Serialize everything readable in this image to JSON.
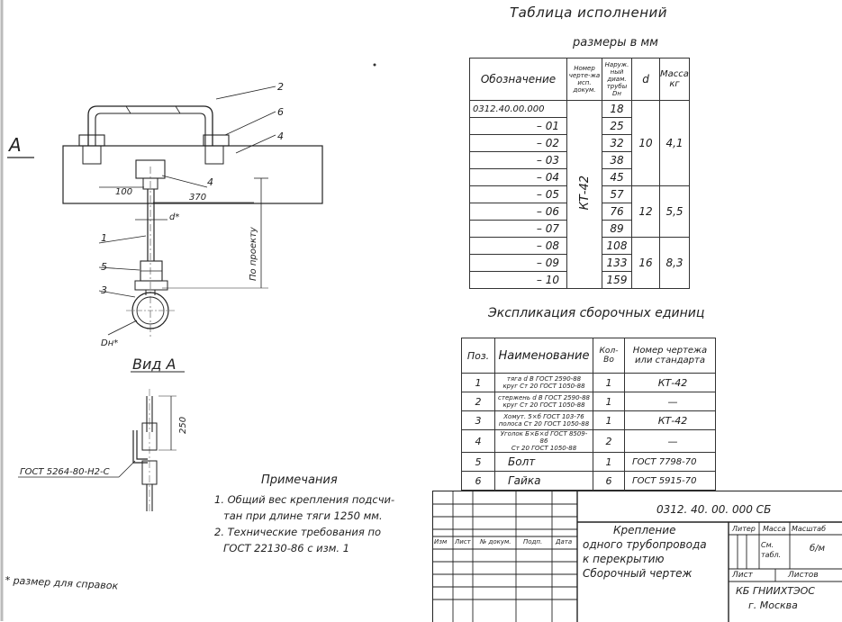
{
  "header": {
    "variants_title": "Таблица исполнений",
    "dims_note": "размеры в мм",
    "spec_title": "Экспликация сборочных единиц"
  },
  "view_label": "Вид А",
  "section_mark": "А",
  "drawing": {
    "callouts": [
      "1",
      "2",
      "3",
      "4",
      "4",
      "5",
      "6"
    ],
    "dim_100": "100",
    "dim_370": "370",
    "dim_d": "d*",
    "dim_dn": "Dн*",
    "dim_250": "250",
    "per_project": "По проекту",
    "gost_ref": "ГОСТ 5264-80-Н2-С"
  },
  "variants_table": {
    "headers": {
      "designation": "Обозначение",
      "drawing_no": "Номер черте-жа исп. докум.",
      "pipe_dia": "Наруж. ный диам. трубы Dн",
      "d": "d",
      "mass": "Масса кг"
    },
    "assembly_drawing_no": "КТ-42",
    "rows": [
      {
        "designation": "0312.40.00.000",
        "dn": "18"
      },
      {
        "designation": "– 01",
        "dn": "25"
      },
      {
        "designation": "– 02",
        "dn": "32"
      },
      {
        "designation": "– 03",
        "dn": "38"
      },
      {
        "designation": "– 04",
        "dn": "45"
      },
      {
        "designation": "– 05",
        "dn": "57"
      },
      {
        "designation": "– 06",
        "dn": "76"
      },
      {
        "designation": "– 07",
        "dn": "89"
      },
      {
        "designation": "– 08",
        "dn": "108"
      },
      {
        "designation": "– 09",
        "dn": "133"
      },
      {
        "designation": "– 10",
        "dn": "159"
      }
    ],
    "groups": [
      {
        "d": "10",
        "mass": "4,1"
      },
      {
        "d": "12",
        "mass": "5,5"
      },
      {
        "d": "16",
        "mass": "8,3"
      }
    ]
  },
  "spec_table": {
    "headers": {
      "pos": "Поз.",
      "name": "Наименование",
      "qty": "Кол-Во",
      "doc": "Номер чертежа или стандарта"
    },
    "rows": [
      {
        "pos": "1",
        "name_a": "тяга   d В ГОСТ 2590-88",
        "name_b": "круг   Ст 20 ГОСТ 1050-88",
        "qty": "1",
        "doc": "КТ-42"
      },
      {
        "pos": "2",
        "name_a": "стержень  d В ГОСТ 2590-88",
        "name_b": "круг   Ст 20 ГОСТ 1050-88",
        "qty": "1",
        "doc": "—"
      },
      {
        "pos": "3",
        "name_a": "Хомут. 5×б ГОСТ 103-76",
        "name_b": "полоса  Ст 20 ГОСТ 1050-88",
        "qty": "1",
        "doc": "КТ-42"
      },
      {
        "pos": "4",
        "name_a": "Уголок  Б×Б×d ГОСТ 8509-86",
        "name_b": "Ст 20 ГОСТ 1050-88",
        "qty": "2",
        "doc": "—"
      },
      {
        "pos": "5",
        "name": "Болт",
        "qty": "1",
        "doc": "ГОСТ 7798-70"
      },
      {
        "pos": "6",
        "name": "Гайка",
        "qty": "6",
        "doc": "ГОСТ 5915-70"
      }
    ]
  },
  "notes": {
    "title": "Примечания",
    "lines": [
      "1. Общий вес крепления подсчи-",
      "тан при длине тяги 1250 мм.",
      "2. Технические требования по",
      "ГОСТ 22130-86 с изм. 1"
    ]
  },
  "footnote": "* размер для справок",
  "title_block": {
    "doc_code": "0312. 40. 00. 000 СБ",
    "title_lines": [
      "Крепление",
      "одного трубопровода",
      "к перекрытию",
      "Сборочный чертеж"
    ],
    "rev_headers": [
      "Изм",
      "Лист",
      "№ докум.",
      "Подп.",
      "Дата"
    ],
    "col_litera": "Литер",
    "col_mass": "Масса",
    "col_scale": "Масштаб",
    "mass_value": "См. табл.",
    "scale_value": "б/м",
    "sheet_label": "Лист",
    "sheets_label": "Листов",
    "org_lines": [
      "КБ ГНИИХТЭОС",
      "г. Москва"
    ]
  }
}
